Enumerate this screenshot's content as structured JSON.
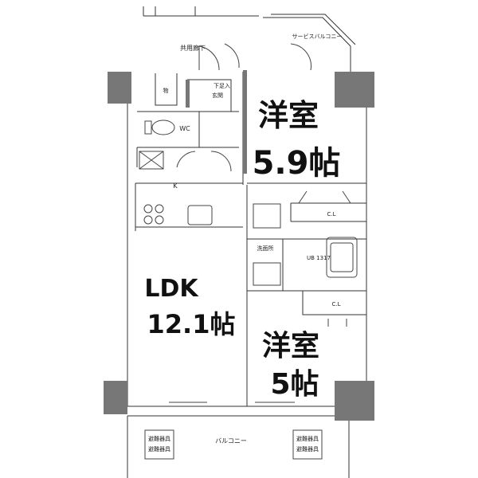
{
  "rooms": {
    "western1_name": "洋室",
    "western1_size": "5.9帖",
    "western2_name": "洋室",
    "western2_size": "5帖",
    "ldk_name": "LDK",
    "ldk_size": "12.1帖"
  },
  "labels": {
    "common_corridor": "共用廊下",
    "service_balcony": "サービスバルコニー",
    "entrance_step": "下足入",
    "entrance": "玄関",
    "storage": "物",
    "wc": "WC",
    "kitchen": "K",
    "closet1": "C.L",
    "closet2": "C.L",
    "washroom": "洗面所",
    "bath": "UB\n1317",
    "balcony": "バルコニー",
    "evac1": "避難器具",
    "evac1_sub": "避難器具",
    "evac2": "避難器具",
    "evac2_sub": "避難器具"
  }
}
